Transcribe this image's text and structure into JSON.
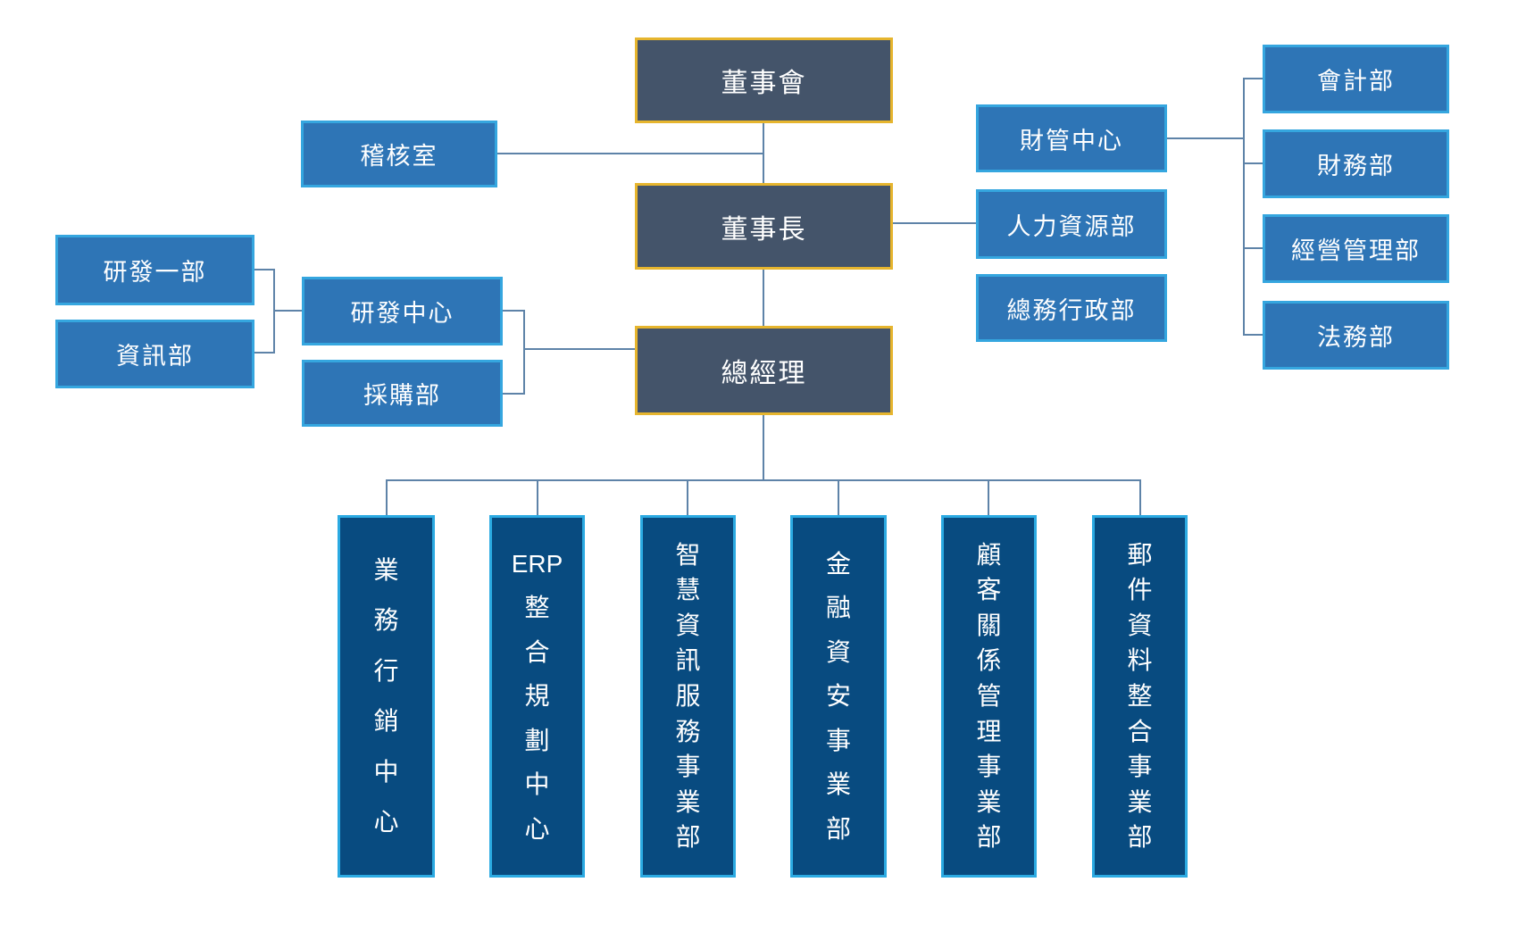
{
  "palette": {
    "background": "#FFFFFF",
    "executive_fill": "#44546A",
    "executive_border": "#E6B52E",
    "department_fill": "#2E75B6",
    "department_border": "#35A6DF",
    "division_fill": "#084B80",
    "division_border": "#2BAAE2",
    "connector": "#5E83A8",
    "text": "#FFFFFF"
  },
  "nodes": {
    "board": {
      "label": "董事會",
      "level": "executive"
    },
    "audit": {
      "label": "稽核室",
      "level": "department"
    },
    "chairman": {
      "label": "董事長",
      "level": "executive"
    },
    "general_manager": {
      "label": "總經理",
      "level": "executive"
    },
    "rd_dept_1": {
      "label": "研發一部",
      "level": "department"
    },
    "information_dept": {
      "label": "資訊部",
      "level": "department"
    },
    "rd_center": {
      "label": "研發中心",
      "level": "department"
    },
    "purchasing_dept": {
      "label": "採購部",
      "level": "department"
    },
    "financial_management_center": {
      "label": "財管中心",
      "level": "department"
    },
    "human_resources_dept": {
      "label": "人力資源部",
      "level": "department"
    },
    "general_affairs_admin_dept": {
      "label": "總務行政部",
      "level": "department"
    },
    "accounting_dept": {
      "label": "會計部",
      "level": "department"
    },
    "finance_dept": {
      "label": "財務部",
      "level": "department"
    },
    "business_management_dept": {
      "label": "經營管理部",
      "level": "department"
    },
    "legal_dept": {
      "label": "法務部",
      "level": "department"
    }
  },
  "divisions": [
    {
      "label": "業務行銷中心"
    },
    {
      "label": "ERP整合規劃中心"
    },
    {
      "label": "智慧資訊服務事業部"
    },
    {
      "label": "金融資安事業部"
    },
    {
      "label": "顧客關係管理事業部"
    },
    {
      "label": "郵件資料整合事業部"
    }
  ],
  "edges": [
    "board-chairman",
    "board_line-audit",
    "chairman-human_resources_dept",
    "chairman-general_manager",
    "financial_management_center-accounting_dept",
    "financial_management_center-finance_dept",
    "financial_management_center-business_management_dept",
    "financial_management_center-legal_dept",
    "rd_dept_1-rd_center",
    "information_dept-rd_center",
    "rd_center-general_manager",
    "purchasing_dept-general_manager",
    "general_manager-divisions"
  ]
}
